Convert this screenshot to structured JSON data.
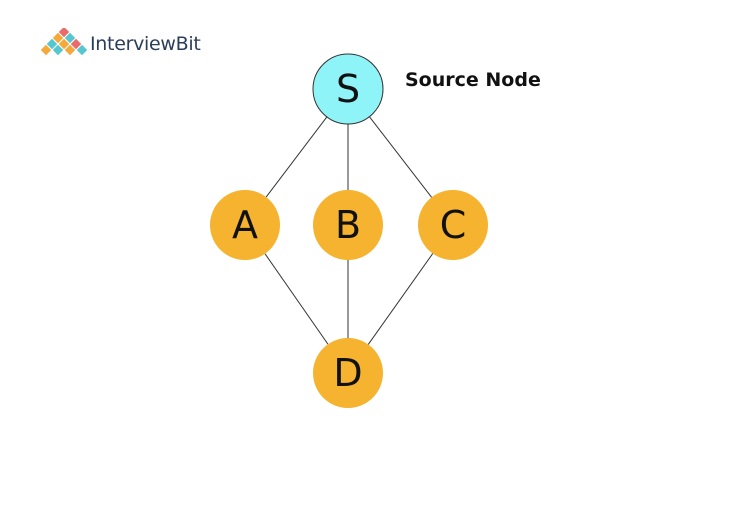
{
  "brand": {
    "name": "InterviewBit",
    "logo_colors": [
      "#56c6d0",
      "#f4a93a",
      "#e96b6b",
      "#2b3d59"
    ]
  },
  "annotation": {
    "source_label": "Source Node"
  },
  "graph": {
    "nodes": [
      {
        "id": "S",
        "label": "S",
        "role": "source",
        "color": "#8ff4f7"
      },
      {
        "id": "A",
        "label": "A",
        "role": "node",
        "color": "#f5b32f"
      },
      {
        "id": "B",
        "label": "B",
        "role": "node",
        "color": "#f5b32f"
      },
      {
        "id": "C",
        "label": "C",
        "role": "node",
        "color": "#f5b32f"
      },
      {
        "id": "D",
        "label": "D",
        "role": "node",
        "color": "#f5b32f"
      }
    ],
    "edges": [
      [
        "S",
        "A"
      ],
      [
        "S",
        "B"
      ],
      [
        "S",
        "C"
      ],
      [
        "A",
        "D"
      ],
      [
        "B",
        "D"
      ],
      [
        "C",
        "D"
      ]
    ]
  }
}
